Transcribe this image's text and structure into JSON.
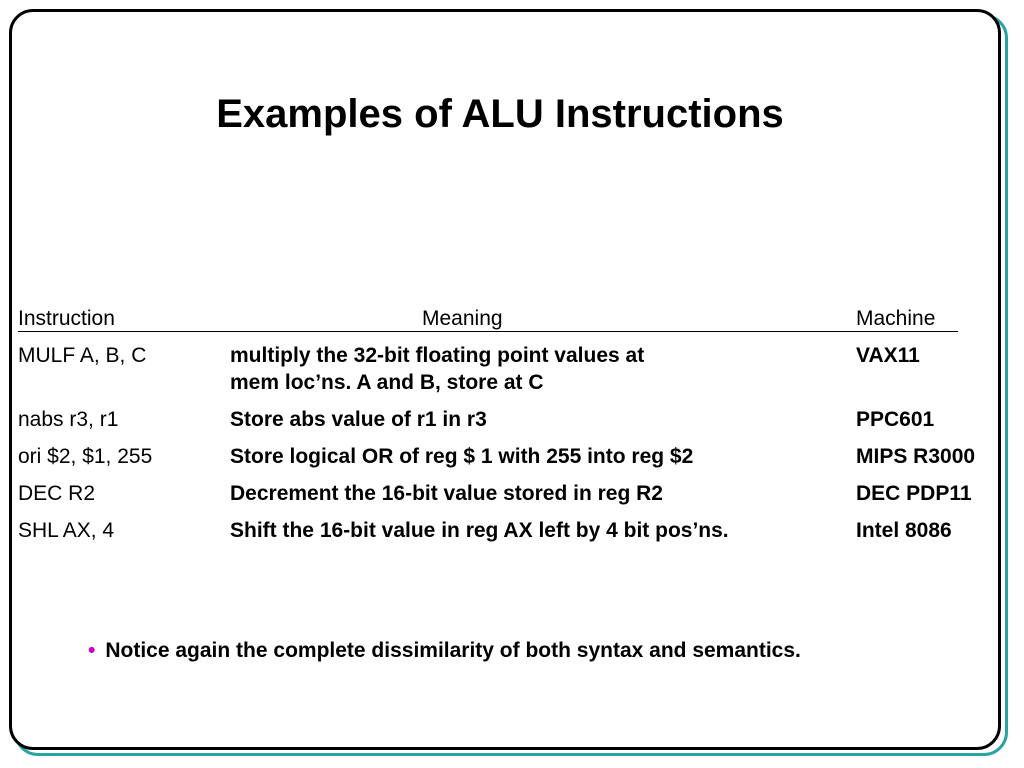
{
  "title": "Examples of ALU Instructions",
  "table": {
    "headers": {
      "instruction": "Instruction",
      "meaning": "Meaning",
      "machine": "Machine"
    },
    "rows": [
      {
        "instruction": "MULF A, B, C",
        "meaning": "multiply the 32-bit floating point values at",
        "meaning_line2": "mem loc’ns. A and B, store at C",
        "machine": "VAX11"
      },
      {
        "instruction": "nabs r3, r1",
        "meaning": "Store abs value of r1 in r3",
        "machine": "PPC601"
      },
      {
        "instruction": "ori $2, $1, 255",
        "meaning": "Store logical OR of reg $ 1 with 255 into reg $2",
        "machine": "MIPS R3000"
      },
      {
        "instruction": "DEC R2",
        "meaning": "Decrement the 16-bit value stored in reg R2",
        "machine": "DEC PDP11"
      },
      {
        "instruction": "SHL AX, 4",
        "meaning": "Shift the 16-bit value in reg AX left by 4 bit pos’ns.",
        "machine": "Intel 8086"
      }
    ]
  },
  "bullets": [
    {
      "marker": "•",
      "text": "Notice again the complete dissimilarity of both syntax and semantics."
    }
  ],
  "colors": {
    "frame": "#000000",
    "frame_shadow": "#2aa3a3",
    "bullet_marker": "#cc00cc"
  }
}
